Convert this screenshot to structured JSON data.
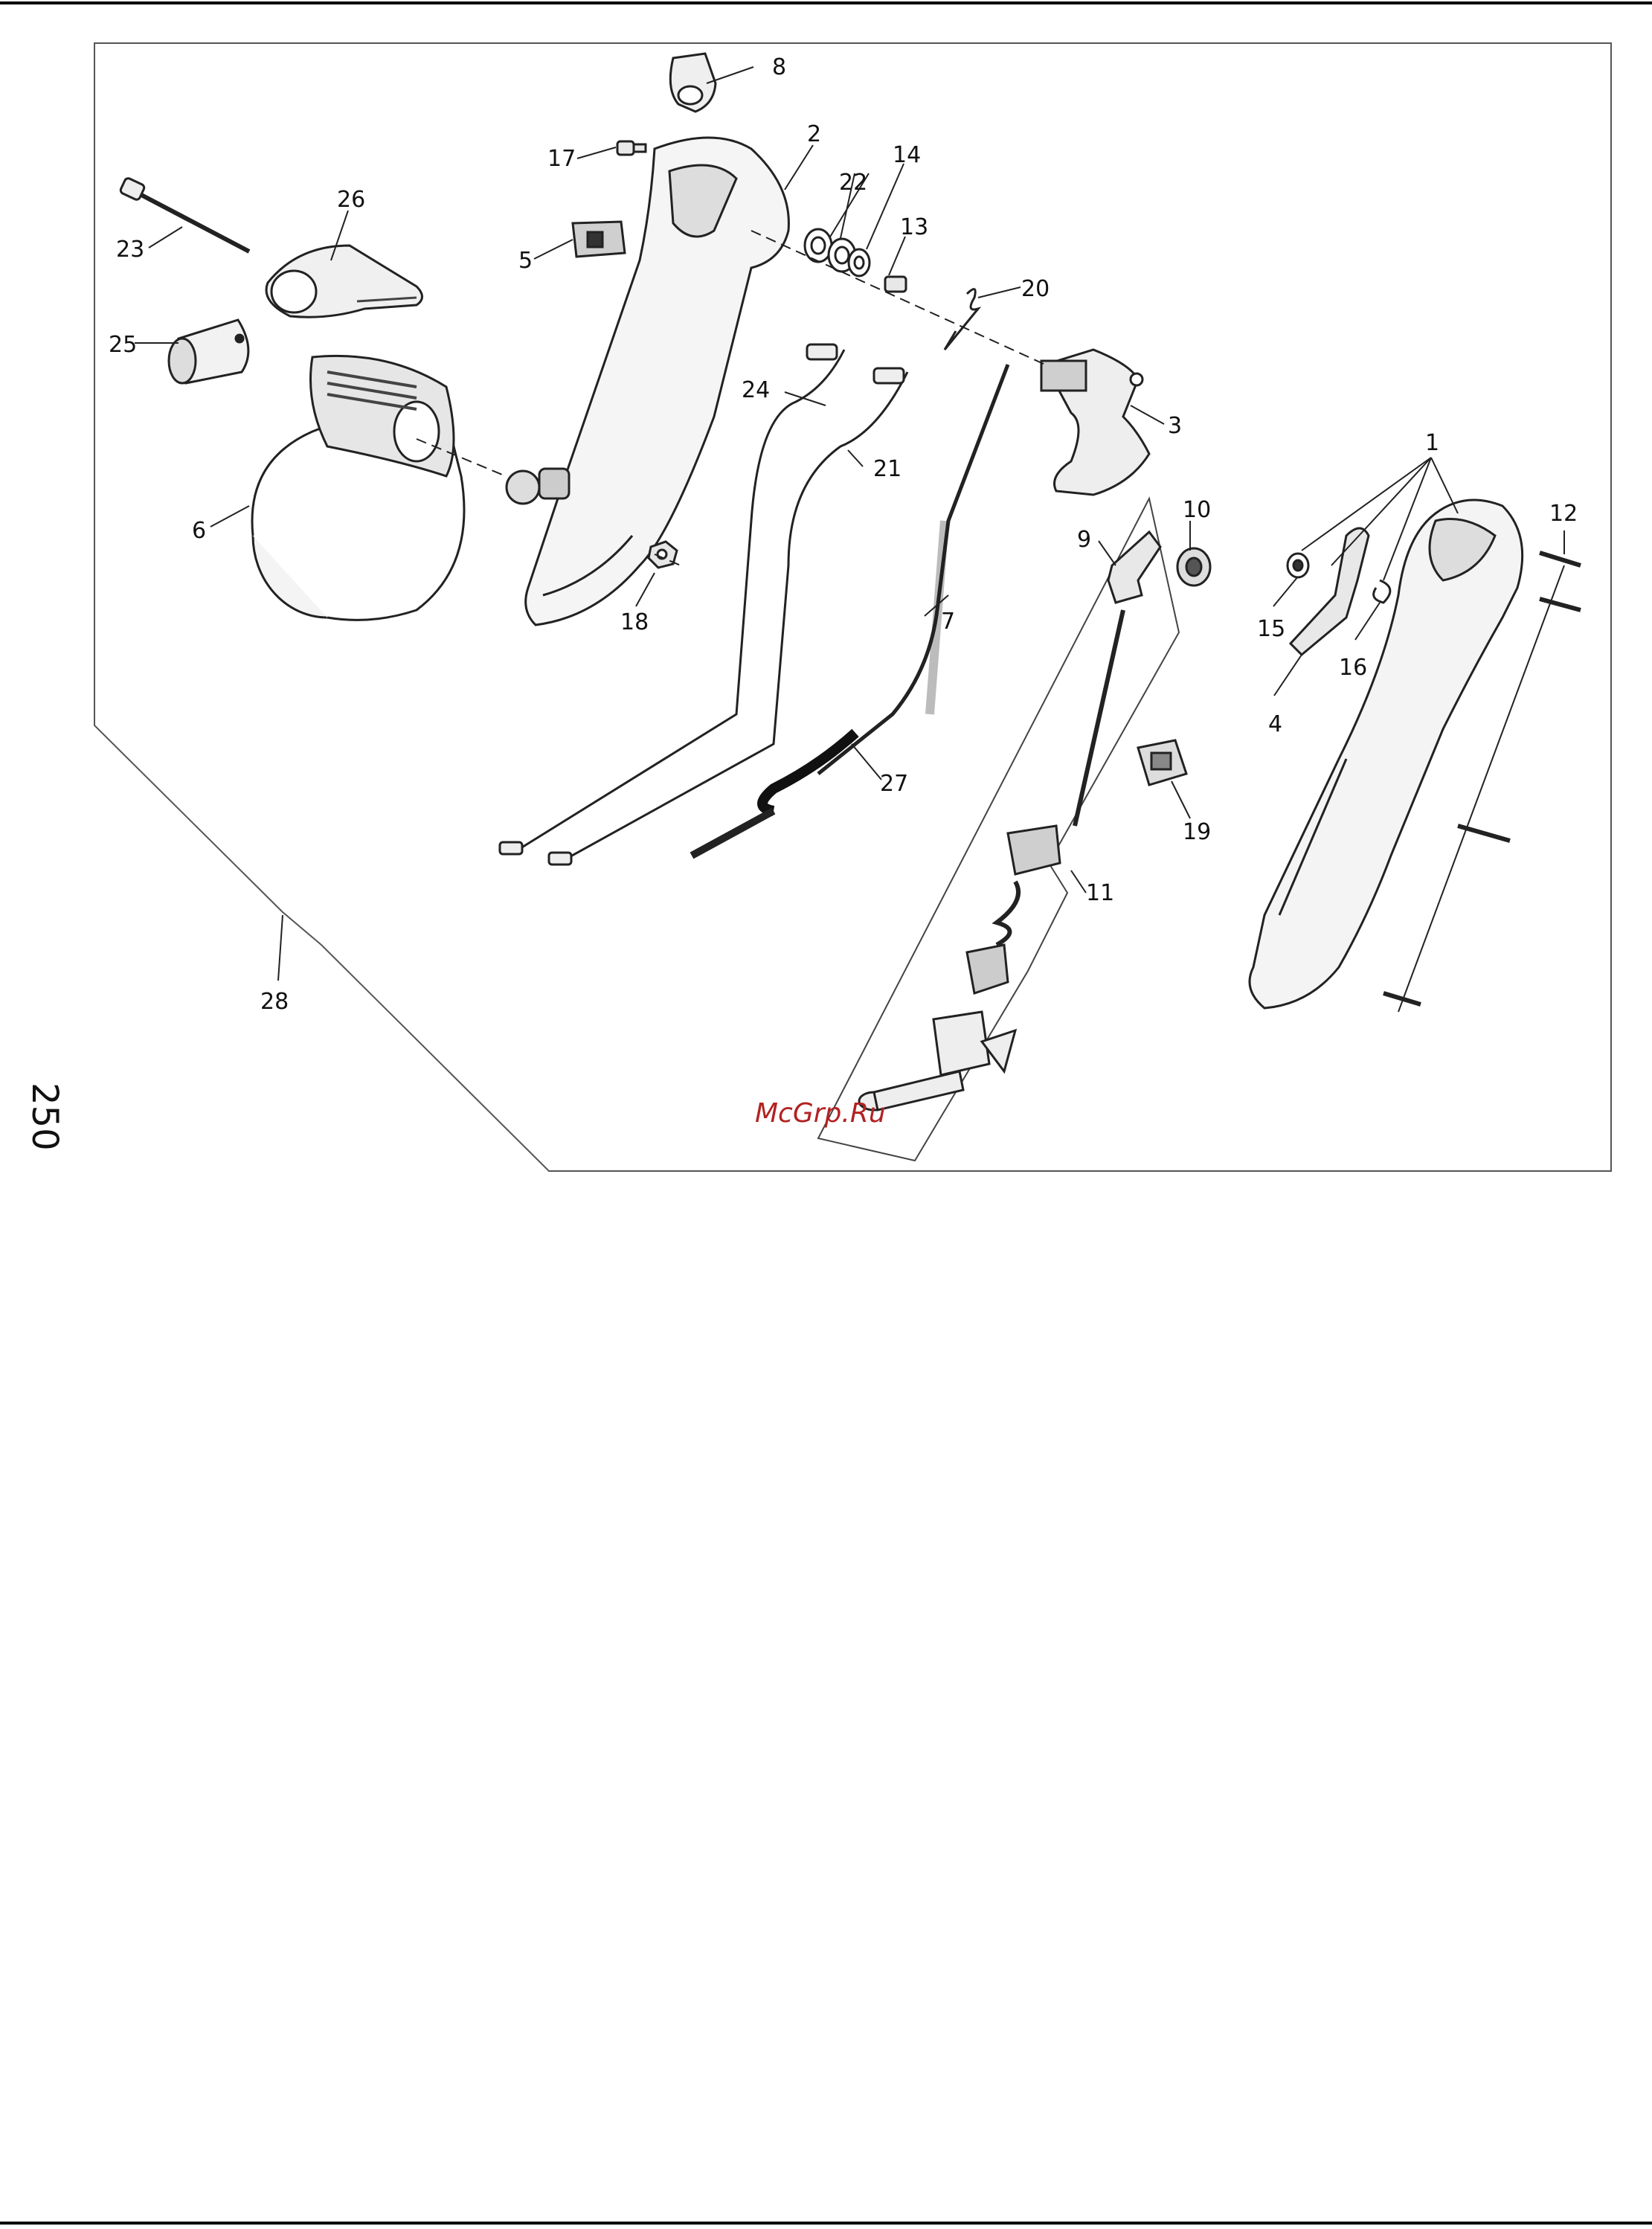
{
  "page_number": "250",
  "watermark": "McGrp.Ru",
  "callouts": {
    "c1": "1",
    "c2": "2",
    "c3": "3",
    "c4": "4",
    "c5": "5",
    "c6": "6",
    "c7": "7",
    "c8": "8",
    "c9": "9",
    "c10": "10",
    "c11": "11",
    "c12": "12",
    "c13": "13",
    "c14": "14",
    "c15": "15",
    "c16": "16",
    "c17": "17",
    "c18": "18",
    "c19": "19",
    "c20": "20",
    "c21": "21",
    "c22": "22",
    "c23": "23",
    "c24": "24",
    "c25": "25",
    "c26": "26",
    "c27": "27",
    "c28": "28"
  },
  "colors": {
    "line": "#222222",
    "frame": "#555555",
    "watermark": "#b22222"
  }
}
